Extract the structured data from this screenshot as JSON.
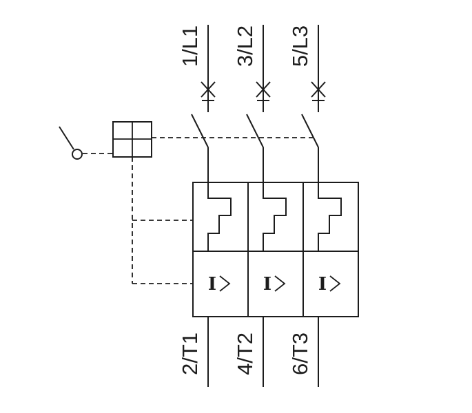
{
  "colors": {
    "line": "#1c1c1c",
    "background": "#ffffff"
  },
  "poles": [
    {
      "top_label": "1/L1",
      "bottom_label": "2/T1",
      "trip_letter": "I"
    },
    {
      "top_label": "3/L2",
      "bottom_label": "4/T2",
      "trip_letter": "I"
    },
    {
      "top_label": "5/L3",
      "bottom_label": "6/T3",
      "trip_letter": "I"
    }
  ],
  "symbols": {
    "terminal_marker_icon": "x-cross",
    "overcurrent_comparator_icon": "greater-than"
  }
}
